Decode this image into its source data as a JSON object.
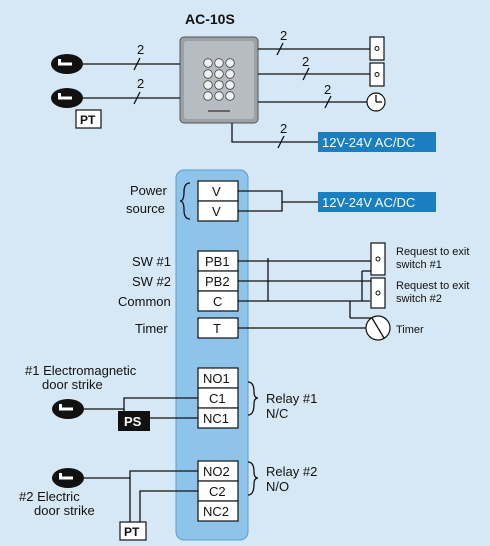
{
  "top": {
    "model": "AC-10S",
    "wire_count": "2",
    "pt_label": "PT",
    "power_label": "12V-24V AC/DC"
  },
  "terminals": {
    "power_left": "Power\nsource",
    "power_box": "12V-24V AC/DC",
    "rows": [
      {
        "term": "V",
        "label": ""
      },
      {
        "term": "V",
        "label": ""
      },
      {
        "term": "PB1",
        "label": "SW #1"
      },
      {
        "term": "PB2",
        "label": "SW #2"
      },
      {
        "term": "C",
        "label": "Common"
      },
      {
        "term": "T",
        "label": "Timer"
      },
      {
        "term": "NO1",
        "label": ""
      },
      {
        "term": "C1",
        "label": ""
      },
      {
        "term": "NC1",
        "label": ""
      },
      {
        "term": "NO2",
        "label": ""
      },
      {
        "term": "C2",
        "label": ""
      },
      {
        "term": "NC2",
        "label": ""
      }
    ],
    "power_source_line1": "Power",
    "power_source_line2": "source",
    "sw1": "SW #1",
    "sw2": "SW #2",
    "common": "Common",
    "timer": "Timer"
  },
  "right": {
    "rte1_line1": "Request to exit",
    "rte1_line2": "switch #1",
    "rte2_line1": "Request to exit",
    "rte2_line2": "switch #2",
    "timer": "Timer"
  },
  "relays": {
    "relay1_line1": "Relay #1",
    "relay1_line2": "N/C",
    "relay2_line1": "Relay #2",
    "relay2_line2": "N/O",
    "em_line1": "#1 Electromagnetic",
    "em_line2": "door strike",
    "es_line1": "#2 Electric",
    "es_line2": "door strike",
    "ps_label": "PS",
    "pt_label": "PT"
  },
  "colors": {
    "background": "#d6e8f5",
    "terminal_panel": "#8fc4ea",
    "power_box": "#1a7fc0"
  }
}
